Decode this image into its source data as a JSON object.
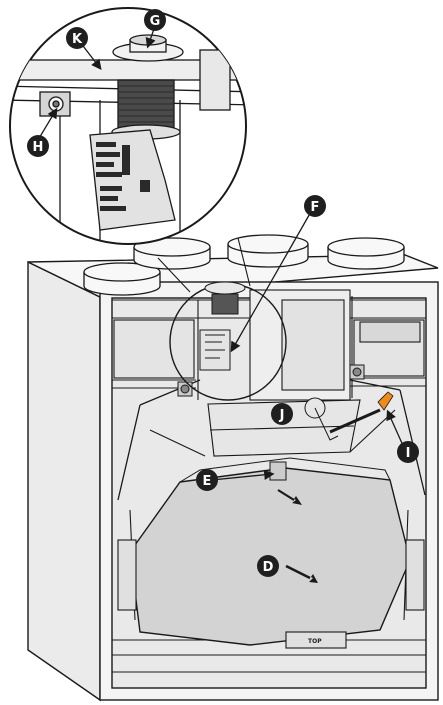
{
  "colors": {
    "line": "#1a1a1a",
    "panel": "#f2f2f2",
    "panel_dark": "#d6d6d6",
    "filter": "#cfcfcf",
    "inner_gray": "#dcdcdc",
    "callout": "#1f1f1f",
    "accent": "#f08a1a"
  },
  "callouts": {
    "G": "G",
    "K": "K",
    "H": "H",
    "F": "F",
    "J": "J",
    "I": "I",
    "E": "E",
    "D": "D"
  },
  "labels": {
    "top": "TOP"
  },
  "icons": {
    "ventilation_unit": "ventilation-unit-illustration",
    "magnifier": "magnifier-detail-circle",
    "flow_arrow": "flow-arrow-icon"
  }
}
